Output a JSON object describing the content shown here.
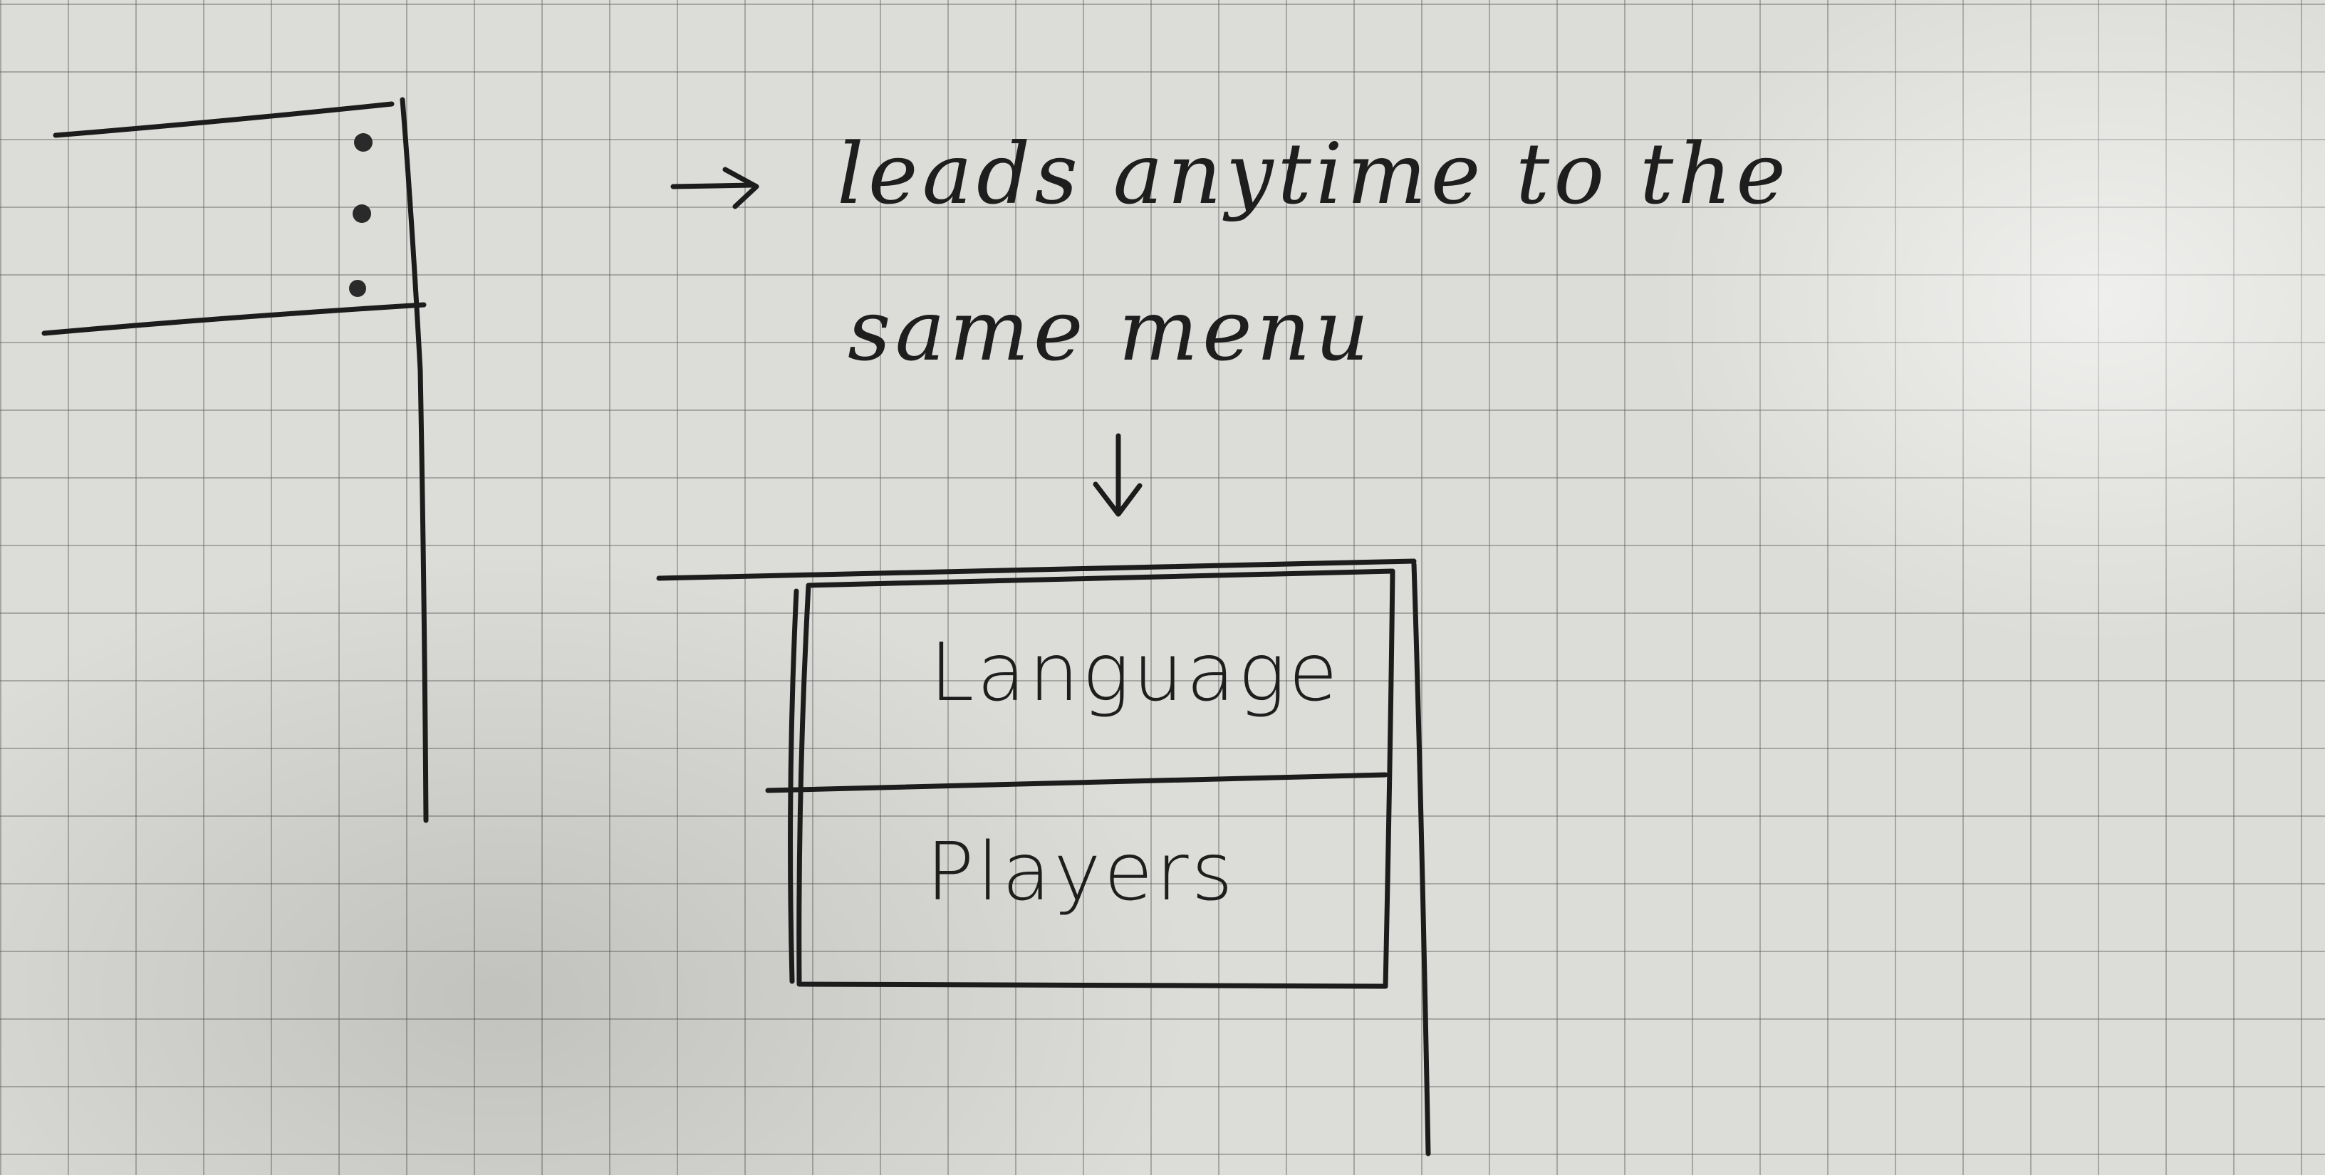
{
  "annotation": {
    "arrow_glyph": "→",
    "line1": "leads anytime to the",
    "line2": "same menu",
    "down_arrow_glyph": "↓"
  },
  "menu": {
    "items": [
      {
        "label": "Language"
      },
      {
        "label": "Players"
      }
    ]
  },
  "colors": {
    "ink": "#1c1c1c",
    "paper": "#dcdcd8",
    "grid": "#505050"
  }
}
